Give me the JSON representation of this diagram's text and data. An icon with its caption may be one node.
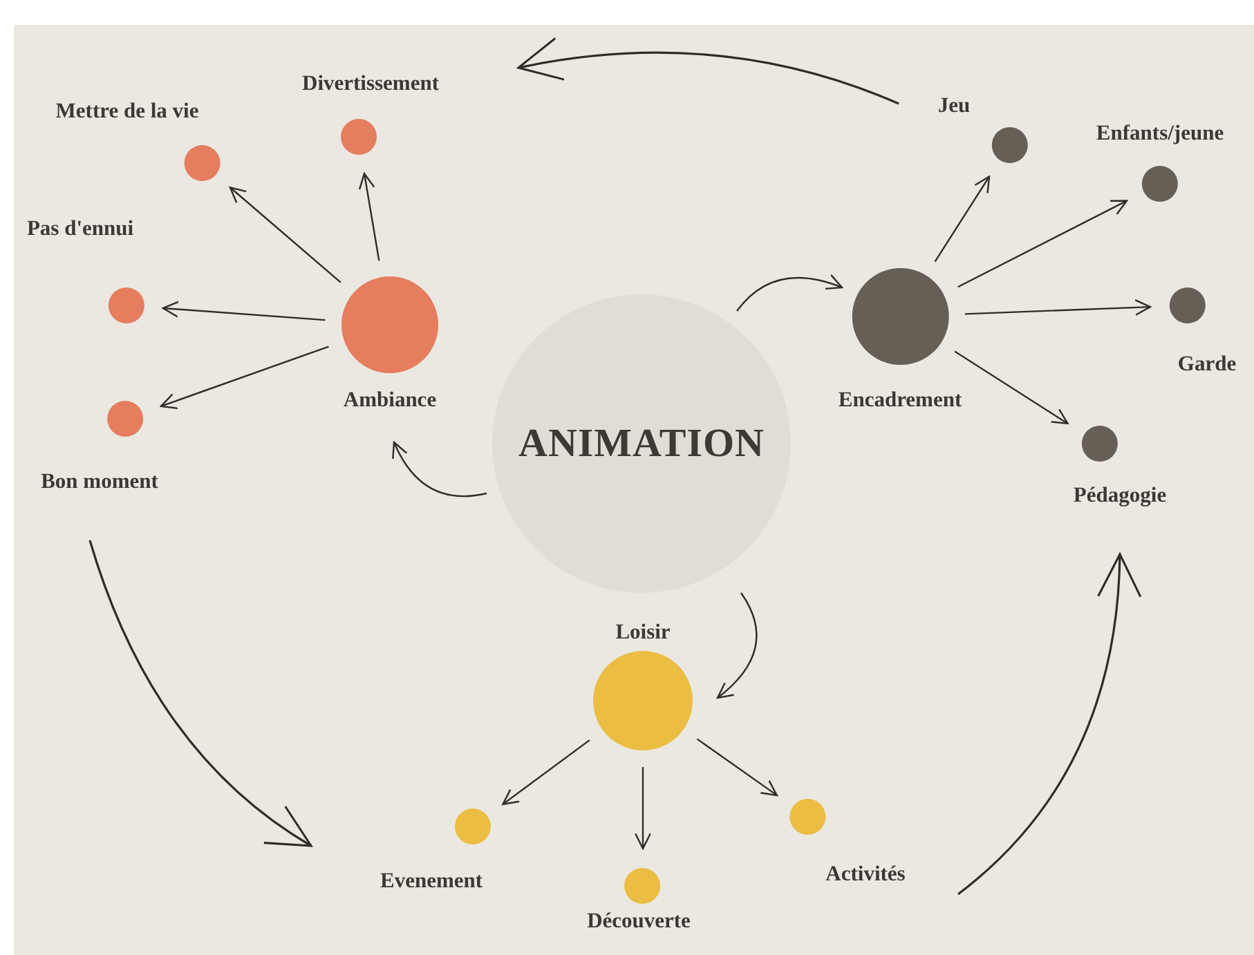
{
  "diagram": {
    "nodes": [
      {
        "text": [
          "ANIMATION"
        ]
      },
      {
        "text": [
          "Ambiance"
        ]
      },
      {
        "text": [
          "Divertissement"
        ]
      },
      {
        "text": [
          "Mettre de la vie"
        ]
      },
      {
        "text": [
          "Pas d'ennui"
        ]
      },
      {
        "text": [
          "Bon moment"
        ]
      },
      {
        "text": [
          "Encadrement"
        ]
      },
      {
        "text": [
          "Jeu"
        ]
      },
      {
        "text": [
          "Enfants/jeune"
        ]
      },
      {
        "text": [
          "Garde"
        ]
      },
      {
        "text": [
          "Pédagogie"
        ]
      },
      {
        "text": [
          "Loisir"
        ]
      },
      {
        "text": [
          "Evenement"
        ]
      },
      {
        "text": [
          "Découverte"
        ]
      },
      {
        "text": [
          "Activités"
        ]
      }
    ],
    "edges": [
      {
        "from": 0,
        "to": 1,
        "arrow": "to"
      },
      {
        "from": 0,
        "to": 6,
        "arrow": "to"
      },
      {
        "from": 0,
        "to": 11,
        "arrow": "to"
      },
      {
        "from": 1,
        "to": 2,
        "arrow": "to"
      },
      {
        "from": 1,
        "to": 3,
        "arrow": "to"
      },
      {
        "from": 1,
        "to": 4,
        "arrow": "to"
      },
      {
        "from": 1,
        "to": 5,
        "arrow": "to"
      },
      {
        "from": 6,
        "to": 7,
        "arrow": "to"
      },
      {
        "from": 6,
        "to": 8,
        "arrow": "to"
      },
      {
        "from": 6,
        "to": 9,
        "arrow": "to"
      },
      {
        "from": 6,
        "to": 10,
        "arrow": "to"
      },
      {
        "from": 11,
        "to": 12,
        "arrow": "to"
      },
      {
        "from": 11,
        "to": 13,
        "arrow": "to"
      },
      {
        "from": 11,
        "to": 14,
        "arrow": "to"
      },
      {
        "from": 7,
        "to": 2,
        "arrow": "to"
      },
      {
        "from": 5,
        "to": 12,
        "arrow": "to"
      },
      {
        "from": 14,
        "to": 10,
        "arrow": "to"
      }
    ]
  }
}
